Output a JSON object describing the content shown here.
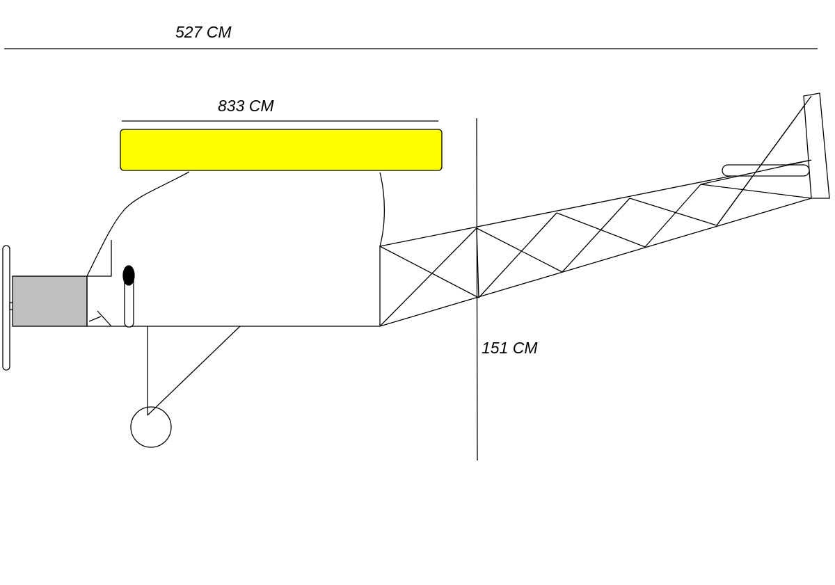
{
  "dimensions": {
    "total_length": "527 CM",
    "wing_span": "833 CM",
    "height": "151 CM"
  },
  "colors": {
    "wing_fill": "#ffff00",
    "engine_fill": "#c0c0c0",
    "line": "#000000",
    "background": "#ffffff"
  }
}
